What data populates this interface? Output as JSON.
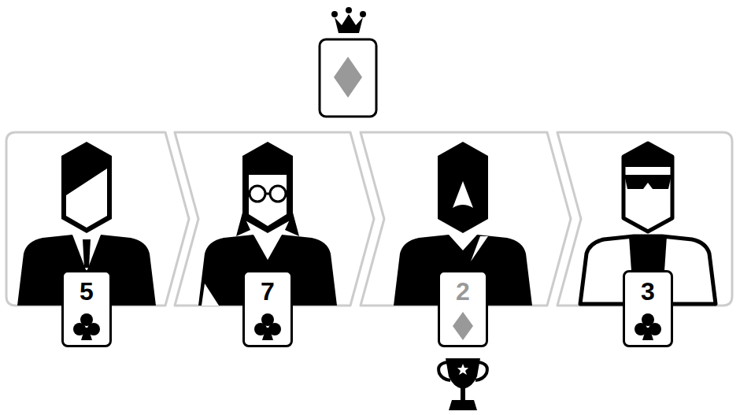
{
  "diagram": {
    "nodes": [
      {
        "text": [
          "5"
        ]
      },
      {
        "text": [
          "7"
        ]
      },
      {
        "text": [
          "2"
        ]
      },
      {
        "text": [
          "3"
        ]
      }
    ]
  }
}
